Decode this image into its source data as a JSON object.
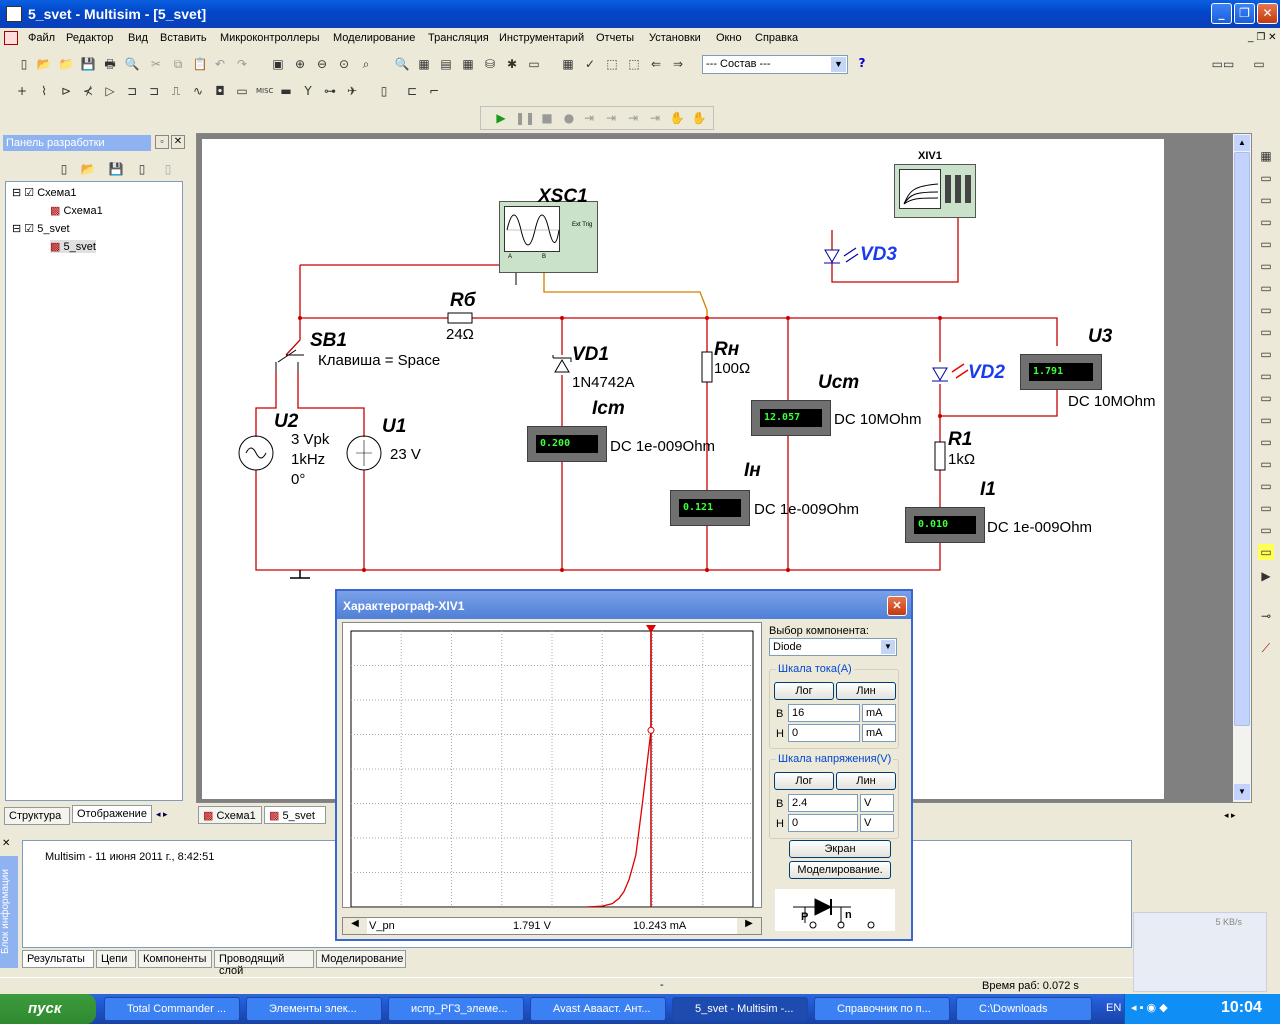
{
  "window": {
    "title": "5_svet - Multisim - [5_svet]"
  },
  "menu": [
    "Файл",
    "Редактор",
    "Вид",
    "Вставить",
    "Микроконтроллеры",
    "Моделирование",
    "Трансляция",
    "Инструментарий",
    "Отчеты",
    "Установки",
    "Окно",
    "Справка"
  ],
  "toolbar": {
    "combo_value": "--- Состав ---",
    "help": "?"
  },
  "design_panel": {
    "title": "Панель разработки",
    "tree": [
      "Схема1",
      "Схема1",
      "5_svet",
      "5_svet"
    ],
    "tabs": [
      "Структура",
      "Отображение"
    ]
  },
  "sheet_tabs": [
    "Схема1",
    "5_svet"
  ],
  "schematic": {
    "labels": {
      "xsc": "XSC1",
      "xiv": "XIV1",
      "vd3": "VD3",
      "rb": "Rб",
      "rb_val": "24Ω",
      "sb1": "SB1",
      "sb1_key": "Клавиша = Space",
      "vd1": "VD1",
      "vd1_type": "1N4742A",
      "rn": "Rн",
      "rn_val": "100Ω",
      "ust": "Uст",
      "vd2": "VD2",
      "u3": "U3",
      "u2": "U2",
      "u2_v": "3 Vpk",
      "u2_f": "1kHz",
      "u2_p": "0°",
      "u1": "U1",
      "u1_v": "23 V",
      "icm": "Iст",
      "ih": "Iн",
      "r1": "R1",
      "r1_val": "1kΩ",
      "i1": "I1",
      "ext": "Ext Trig",
      "a": "A",
      "b": "B"
    },
    "meters": {
      "icm": {
        "value": "0.200",
        "mode": "DC  1e-009Ohm"
      },
      "ih": {
        "value": "0.121",
        "mode": "DC  1e-009Ohm"
      },
      "ust": {
        "value": "12.057",
        "mode": "DC  10MOhm"
      },
      "u3": {
        "value": "1.791",
        "mode": "DC  10MOhm"
      },
      "i1": {
        "value": "0.010",
        "mode": "DC  1e-009Ohm"
      }
    }
  },
  "dialog": {
    "title": "Характерограф-XIV1",
    "comp_label": "Выбор компонента:",
    "comp_value": "Diode",
    "current_group": "Шкала тока(A)",
    "voltage_group": "Шкала напряжения(V)",
    "log": "Лог",
    "lin": "Лин",
    "b": "В",
    "h": "Н",
    "i_top": "16",
    "i_top_unit": "mA",
    "i_bot": "0",
    "i_bot_unit": "mA",
    "v_top": "2.4",
    "v_top_unit": "V",
    "v_bot": "0",
    "v_bot_unit": "V",
    "screen_btn": "Экран",
    "sim_btn": "Моделирование.",
    "status": {
      "name": "V_pn",
      "voltage": "1.791  V",
      "current": "10.243 mA"
    },
    "diode_labels": {
      "p": "P",
      "n": "n"
    }
  },
  "info_panel": {
    "side_title": "Блок информации",
    "message": "Multisim  -  11 июня 2011 г., 8:42:51",
    "tabs": [
      "Результаты",
      "Цепи",
      "Компоненты",
      "Проводящий слой",
      "Моделирование"
    ]
  },
  "status_bar": {
    "dash": "-",
    "time": "Время раб: 0.072 s"
  },
  "net_widget": {
    "speed": "5 KB/s"
  },
  "taskbar": {
    "start": "пуск",
    "tasks": [
      "Total Commander ...",
      "Элементы элек...",
      "испр_РГЗ_элеме...",
      "Avast Авааст. Ант...",
      "5_svet - Multisim -...",
      "Справочник по п...",
      "C:\\Downloads"
    ],
    "lang": "EN",
    "clock": "10:04"
  },
  "chart_data": {
    "type": "line",
    "title": "",
    "xlim": [
      0,
      2.4
    ],
    "ylim": [
      0,
      16
    ],
    "xlabel": "",
    "ylabel": "",
    "grid": true,
    "series": [
      {
        "x": [
          1.4,
          1.5,
          1.56,
          1.6,
          1.63,
          1.66,
          1.7,
          1.74,
          1.791,
          1.791
        ],
        "y": [
          0,
          0.05,
          0.2,
          0.5,
          0.9,
          1.6,
          3.0,
          6.0,
          10.243,
          16.0
        ]
      }
    ],
    "cursor_x": 1.791,
    "marker": {
      "x": 1.791,
      "y": 10.243
    }
  }
}
